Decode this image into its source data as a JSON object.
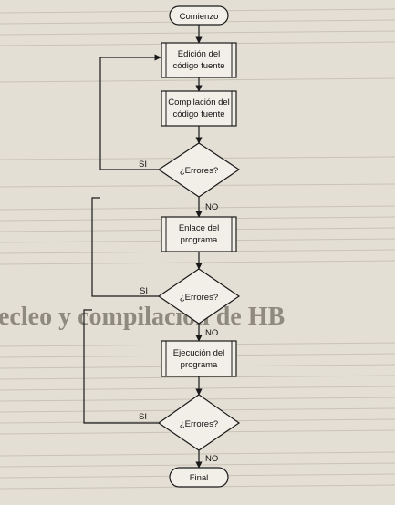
{
  "flowchart": {
    "start": "Comienzo",
    "edit": [
      "Edición del",
      "código fuente"
    ],
    "compile": [
      "Compilación del",
      "código fuente"
    ],
    "decision1": "¿Errores?",
    "link": [
      "Enlace del",
      "programa"
    ],
    "decision2": "¿Errores?",
    "run": [
      "Ejecución del",
      "programa"
    ],
    "decision3": "¿Errores?",
    "end": "Final",
    "yes_label": "SI",
    "no_label": "NO"
  },
  "background_text": {
    "heading": "ecleo y compilación de HB"
  },
  "colors": {
    "ink": "#1a1a1a",
    "paper": "#e4dfd4",
    "box_fill": "#f2efe8",
    "bleed": "#8f8a80"
  }
}
